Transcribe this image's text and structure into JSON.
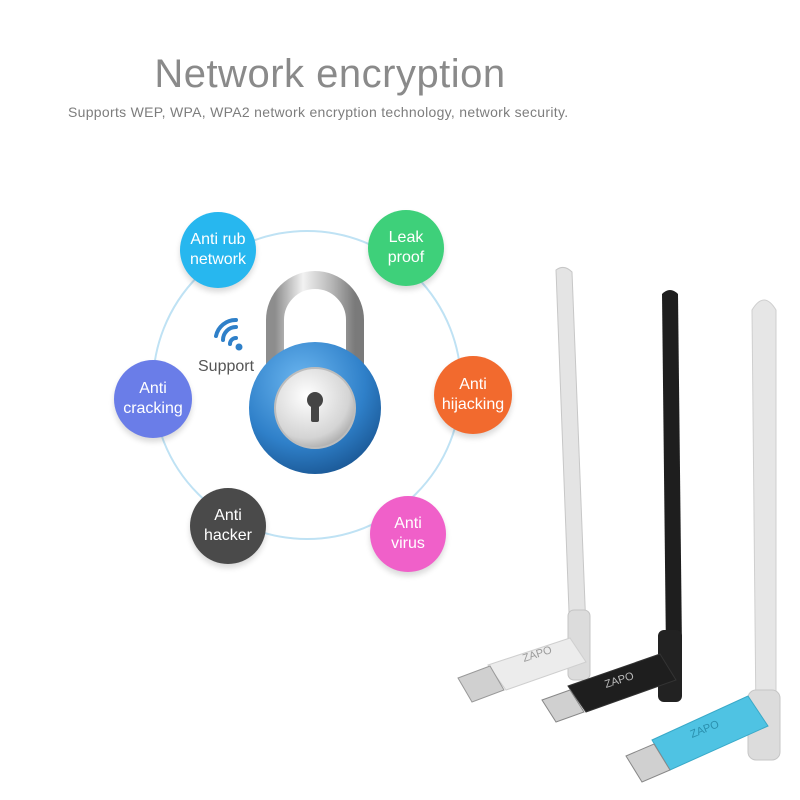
{
  "header": {
    "title": "Network encryption",
    "subtitle": "Supports WEP, WPA, WPA2 network encryption technology, network security."
  },
  "features": [
    {
      "label": "Anti rub\nnetwork",
      "color": "#27b7ef"
    },
    {
      "label": "Leak\nproof",
      "color": "#3ed07a"
    },
    {
      "label": "Anti\nhijacking",
      "color": "#f26a2e"
    },
    {
      "label": "Anti\nvirus",
      "color": "#f060c9"
    },
    {
      "label": "Anti\nhacker",
      "color": "#4a4a4a"
    },
    {
      "label": "Anti\ncracking",
      "color": "#6a7de8"
    }
  ],
  "center": {
    "support_label": "Support",
    "wifi_icon": "wifi-icon",
    "lock_icon": "padlock-icon",
    "lock_color": "#2f80c9"
  },
  "product": {
    "brand": "ZAPO",
    "variants": [
      {
        "color_name": "white",
        "color": "#e9e9e9"
      },
      {
        "color_name": "black",
        "color": "#1e1e1e"
      },
      {
        "color_name": "blue",
        "color": "#4fc3e3"
      }
    ]
  }
}
